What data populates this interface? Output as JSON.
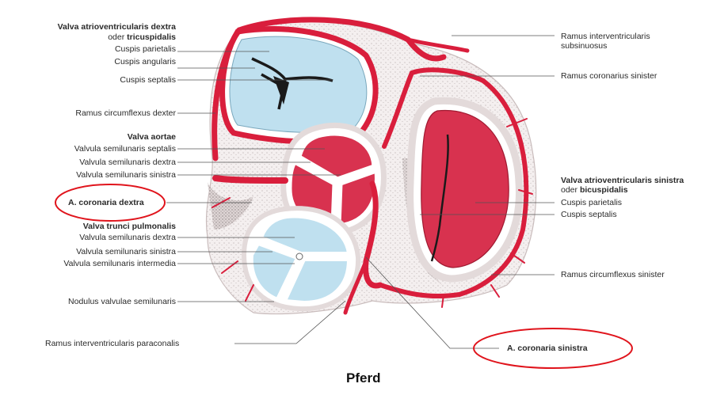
{
  "labels_left": {
    "tricuspid_title": "Valva atrioventricularis dextra",
    "tricuspid_oder": "oder ",
    "tricuspid_name": "tricuspidalis",
    "cuspis_parietalis": "Cuspis parietalis",
    "cuspis_angularis": "Cuspis angularis",
    "cuspis_septalis": "Cuspis septalis",
    "ramus_circumflexus_dexter": "Ramus circumflexus dexter",
    "valva_aortae": "Valva aortae",
    "valvula_septalis": "Valvula semilunaris septalis",
    "valvula_dextra_aortae": "Valvula semilunaris dextra",
    "valvula_sinistra_aortae": "Valvula semilunaris sinistra",
    "a_coronaria_dextra": "A. coronaria dextra",
    "valva_trunci_pulmonalis": "Valva trunci pulmonalis",
    "valvula_dextra_pulm": "Valvula semilunaris dextra",
    "valvula_sinistra_pulm": "Valvula semilunaris sinistra",
    "valvula_intermedia": "Valvula semilunaris intermedia",
    "nodulus": "Nodulus valvulae semilunaris",
    "ramus_paraconalis": "Ramus interventricularis paraconalis"
  },
  "labels_right": {
    "ramus_subsinuosus_1": "Ramus interventricularis",
    "ramus_subsinuosus_2": "subsinuosus",
    "ramus_coronarius_sinister": "Ramus coronarius sinister",
    "bicuspid_title": "Valva atrioventricularis sinistra",
    "bicuspid_oder": "oder ",
    "bicuspid_name": "bicuspidalis",
    "cuspis_parietalis": "Cuspis parietalis",
    "cuspis_septalis": "Cuspis septalis",
    "ramus_circumflexus_sinister": "Ramus circumflexus sinister",
    "a_coronaria_sinistra": "A. coronaria sinistra"
  },
  "caption": "Pferd",
  "colors": {
    "vessel_red": "#d91e3c",
    "valve_red": "#d8324f",
    "valve_blue": "#bfe0ef",
    "tissue": "#f3eeee",
    "highlight_ellipse": "#e0141c"
  }
}
